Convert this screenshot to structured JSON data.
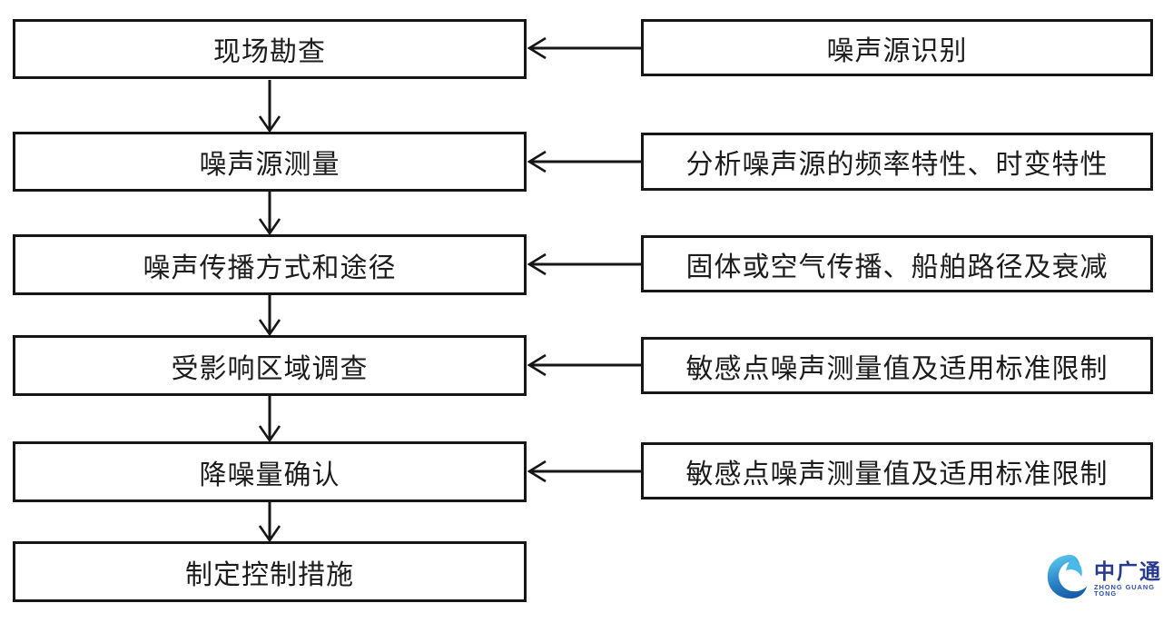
{
  "diagram": {
    "main_steps": [
      "现场勘查",
      "噪声源测量",
      "噪声传播方式和途径",
      "受影响区域调查",
      "降噪量确认",
      "制定控制措施"
    ],
    "annotations": [
      "噪声源识别",
      "分析噪声源的频率特性、时变特性",
      "固体或空气传播、船舶路径及衰减",
      "敏感点噪声测量值及适用标准限制",
      "敏感点噪声测量值及适用标准限制"
    ]
  },
  "logo": {
    "name": "中广通",
    "subtitle": "ZHONG GUANG TONG"
  },
  "colors": {
    "box_border": "#161616",
    "box_fill": "#ffffff",
    "text": "#1c1c1c",
    "arrow": "#161616",
    "logo_name_blue": "#283a8e",
    "logo_subtitle_blue": "#2d4fae",
    "logo_icon_light_blue": "#49b9e8",
    "logo_icon_dark_blue": "#1a5dab"
  }
}
